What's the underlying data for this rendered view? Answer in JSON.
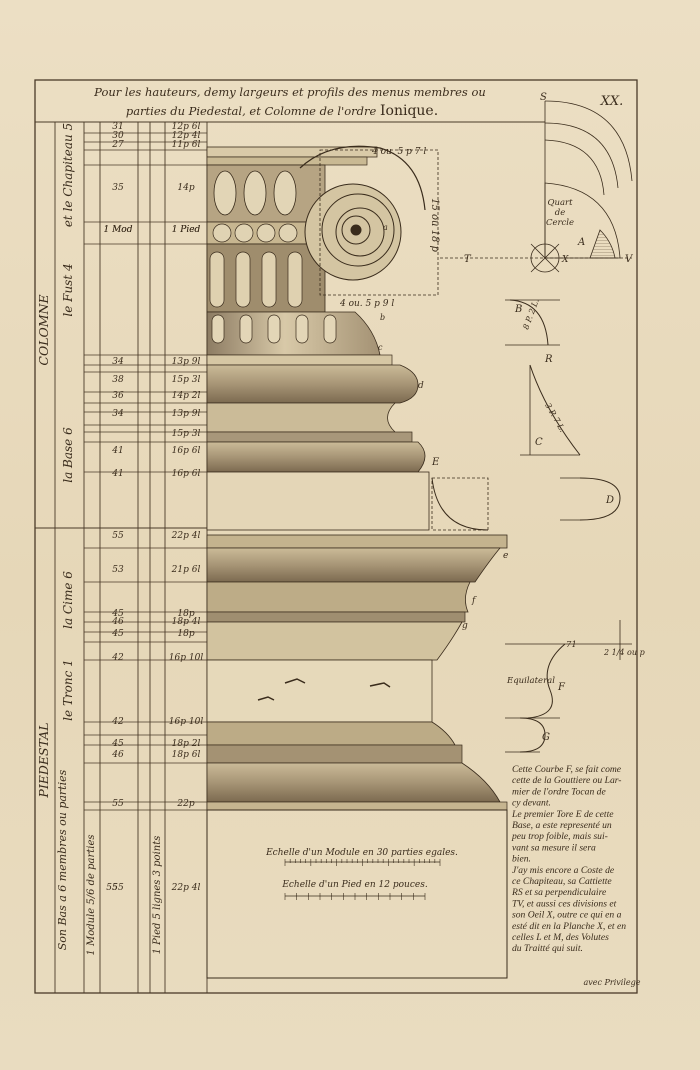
{
  "plate": {
    "plate_number": "XX.",
    "title_line1": "Pour les hauteurs, demy largeurs et profils des menus membres ou",
    "title_line2": "parties du Piedestal, et Colomne de l'ordre",
    "title_emph": "Ionique.",
    "footer": "avec Privilege"
  },
  "side_labels": {
    "colomne": "COLOMNE",
    "piedestal": "PIEDESTAL",
    "chapiteau": "et le Chapiteau 5",
    "fust": "le Fust 4",
    "base": "la Base 6",
    "cime": "la Cime 6",
    "tronc": "le Tronc 1",
    "bas": "Son Bas a 6 membres ou parties",
    "module_col": "1 Module 5/6 de parties",
    "pied_col": "1 Pied 5 lignes 3 points",
    "mod_row": "1 Mod",
    "pied_row": "1 Pied",
    "bottom_mid": "55"
  },
  "table_rows": [
    {
      "a": "31",
      "p": "12p 6l"
    },
    {
      "a": "30",
      "p": "12p 4l"
    },
    {
      "a": "27",
      "p": "11p 6l"
    },
    {
      "a": "35",
      "p": "14p"
    },
    {
      "a": "1 Mod",
      "p": "1 Pied"
    },
    {
      "a": "34",
      "p": "13p 9l"
    },
    {
      "a": "38",
      "p": "15p 3l"
    },
    {
      "a": "36",
      "p": "14p 2l"
    },
    {
      "a": "34",
      "p": "13p 9l"
    },
    {
      "a": "",
      "p": "15p 3l"
    },
    {
      "a": "41",
      "p": "16p 6l"
    },
    {
      "a": "41",
      "p": "16p 6l"
    },
    {
      "a": "55",
      "p": "22p 4l"
    },
    {
      "a": "53",
      "p": "21p 6l"
    },
    {
      "a": "45",
      "p": "18p"
    },
    {
      "a": "46",
      "p": "18p 4l"
    },
    {
      "a": "45",
      "p": "18p"
    },
    {
      "a": "42",
      "p": "16p 10l"
    },
    {
      "a": "42",
      "p": "16p 10l"
    },
    {
      "a": "45",
      "p": "18p 2l"
    },
    {
      "a": "46",
      "p": "18p 6l"
    },
    {
      "a": "55",
      "p": "22p"
    },
    {
      "a": "55",
      "p": "22p 4l"
    }
  ],
  "drawing_labels": {
    "volute_dim1": "4 ou. 5 p 7 l",
    "volute_dim2": "4 ou. 5 p 9 l",
    "volute_v": "15 ou 18 p",
    "quart": [
      "Quart",
      "de",
      "Cercle"
    ],
    "letters": [
      "S",
      "A",
      "T",
      "V",
      "X",
      "B",
      "R",
      "C",
      "D",
      "E",
      "F",
      "G",
      "a",
      "b",
      "c",
      "d",
      "e",
      "f",
      "g"
    ],
    "equilateral": "Equilateral",
    "dim_71": "71",
    "dim_24": "2 1/4 ou p",
    "dim_arcs": "8 P. 2 L.",
    "dim_arcs2": "3 P. 7 L."
  },
  "notes": [
    "Cette Courbe F, se fait come",
    "cette de la Gouttiere ou Lar-",
    "mier de l'ordre Tocan de",
    "cy devant.",
    "Le premier Tore E de cette",
    "Base, a este representé un",
    "peu trop foible, mais sui-",
    "vant sa mesure il sera",
    "bien.",
    "J'ay mis encore a Coste de",
    "ce Chapiteau, sa Cattiette",
    "RS et sa perpendiculaire",
    "TV, et aussi ces divisions et",
    "son Oeil X, outre ce qui en a",
    "esté dit en la Planche X, et en",
    "celles L et M, des Volutes",
    "du Traitté qui suit."
  ],
  "scales": {
    "module_scale": "Echelle d'un Module en 30 parties egales.",
    "pied_scale": "Echelle d'un Pied en 12 pouces."
  }
}
